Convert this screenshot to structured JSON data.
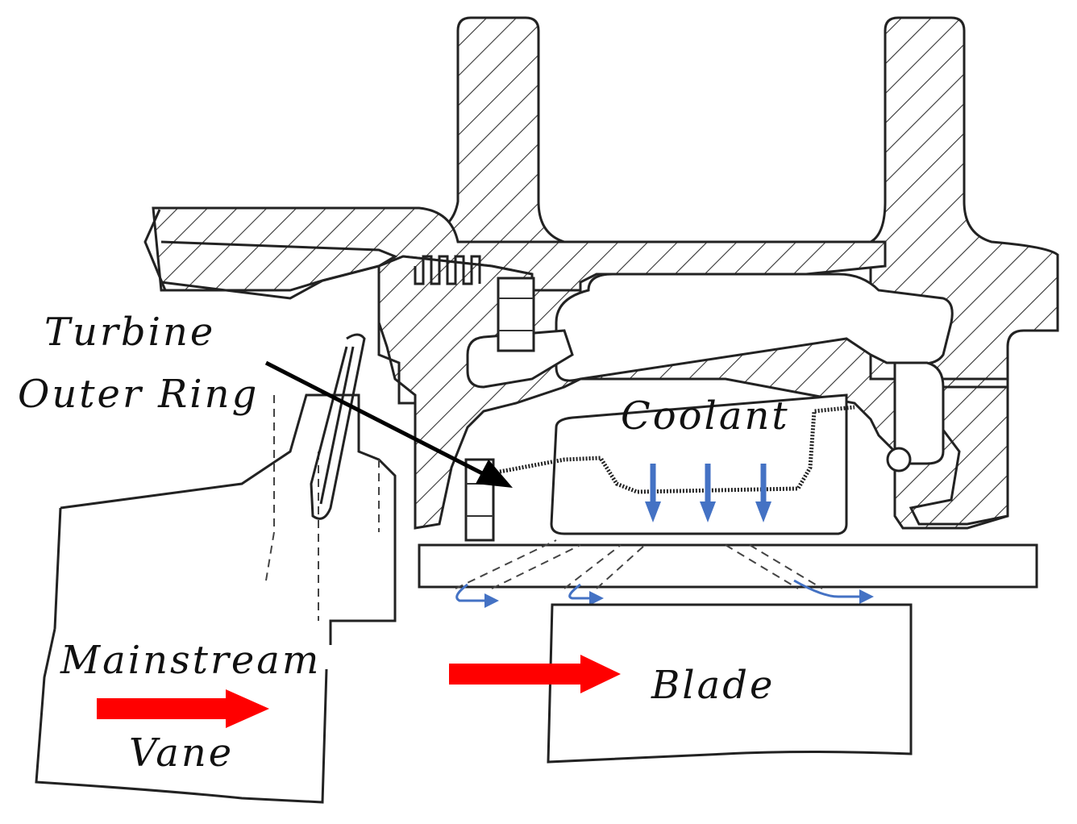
{
  "labels": {
    "turbine_line1": "Turbine",
    "turbine_line2": "Outer Ring",
    "coolant": "Coolant",
    "mainstream": "Mainstream",
    "vane": "Vane",
    "blade": "Blade"
  },
  "colors": {
    "mainstream_arrow": "#ff0000",
    "coolant_arrow": "#4472c4",
    "pointer_arrow": "#000000",
    "line": "#222222",
    "hatch": "#333333"
  }
}
